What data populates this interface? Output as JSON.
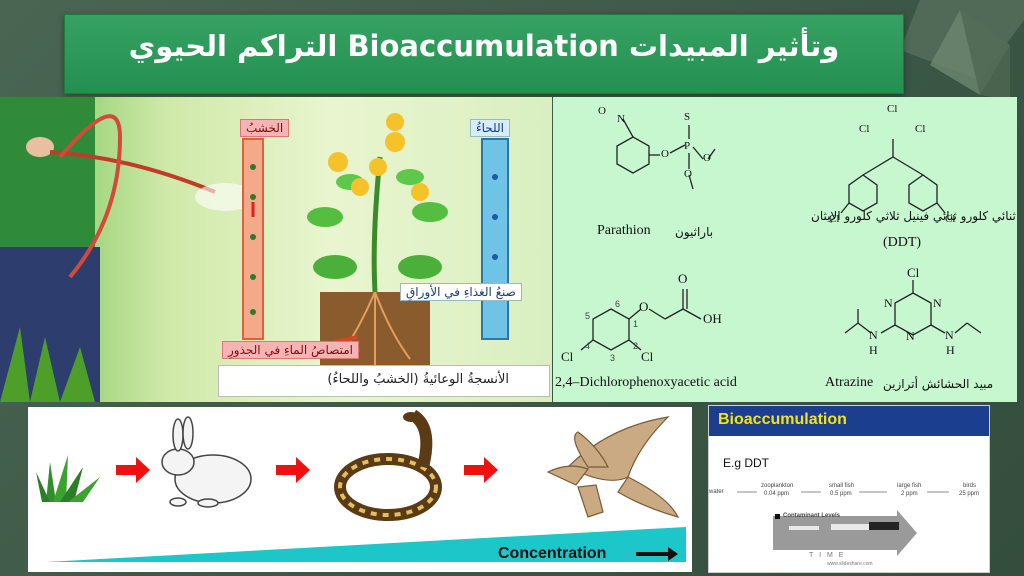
{
  "slide": {
    "title": "التراكم الحيوي Bioaccumulation وتأثير المبيدات"
  },
  "plant_panel": {
    "xylem_label": "الخشبُ",
    "phloem_label": "اللحاءُ",
    "food_label": "صنعُ الغذاءِ في الأوراقِ",
    "water_label": "امتصاصُ الماءِ في الجذورِ",
    "caption": "الأنسجةُ الوعائيةُ (الخشبُ واللحاءُ)"
  },
  "chemicals_panel": {
    "parathion": {
      "name_en": "Parathion",
      "name_ar": "باراثيون",
      "atoms": [
        "O",
        "S",
        "P",
        "O",
        "O",
        "O",
        "N"
      ]
    },
    "ddt": {
      "name_ar": "ثنائي كلورو ثنائي فينيل ثلاثي كلورو الإيثان",
      "name_en": "(DDT)",
      "atoms": [
        "Cl",
        "Cl",
        "Cl",
        "Cl",
        "Cl"
      ]
    },
    "d24": {
      "name_en": "2,4–Dichlorophenoxyacetic acid",
      "atoms": [
        "O",
        "O",
        "OH",
        "Cl",
        "Cl"
      ],
      "ring_numbers": [
        "1",
        "2",
        "3",
        "4",
        "5",
        "6"
      ]
    },
    "atrazine": {
      "name_en": "Atrazine",
      "name_ar": "مبيد الحشائش أترازين",
      "atoms": [
        "Cl",
        "N",
        "N",
        "N",
        "N",
        "N",
        "H",
        "H"
      ]
    }
  },
  "food_chain": {
    "concentration_label": "Concentration"
  },
  "bio_panel": {
    "header": "Bioaccumulation",
    "example": "E.g DDT",
    "stages": [
      {
        "name": "water",
        "value": ""
      },
      {
        "name": "zooplankton",
        "value": "0.04 ppm"
      },
      {
        "name": "small fish",
        "value": "0.5 ppm"
      },
      {
        "name": "large fish",
        "value": "2 ppm"
      },
      {
        "name": "birds",
        "value": "25 ppm"
      }
    ],
    "legend": "Contaminant Levels",
    "time_label": "T I M E",
    "site": "www.slideshare.com"
  }
}
